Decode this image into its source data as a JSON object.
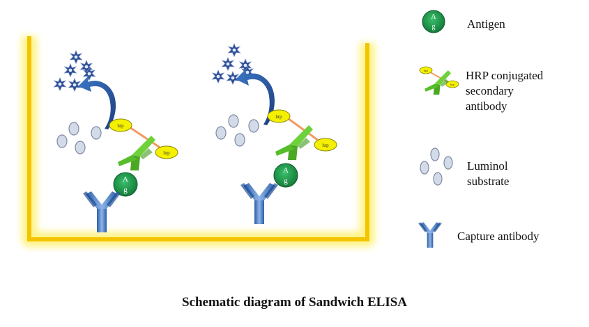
{
  "title": {
    "prefix": "Schematic diagram of ",
    "emphasis": "Sandwich ELISA"
  },
  "legend": [
    {
      "id": "antigen",
      "label": "Antigen",
      "icon": "antigen-icon"
    },
    {
      "id": "hrp",
      "label_lines": [
        "HRP conjugated",
        "secondary",
        "antibody"
      ],
      "icon": "hrp-antibody-icon"
    },
    {
      "id": "luminol",
      "label_lines": [
        "Luminol",
        "substrate"
      ],
      "icon": "luminol-icon"
    },
    {
      "id": "capture",
      "label": "Capture antibody",
      "icon": "capture-antibody-icon"
    }
  ],
  "labels": {
    "antigen_top": "A",
    "antigen_bottom": "g",
    "hrp": "hrp"
  },
  "colors": {
    "well": "#f5c400",
    "well_glow": "#fff27a",
    "antigen": "#1e9a4b",
    "hrp_enzyme": "#f4f000",
    "linker": "#f39a63",
    "secondary_antibody": "#5cc22e",
    "capture_antibody": "#3d79c8",
    "substrate": "#d4dbe8",
    "arrow": "#2f5ea8",
    "star": "#2b4c8e"
  }
}
